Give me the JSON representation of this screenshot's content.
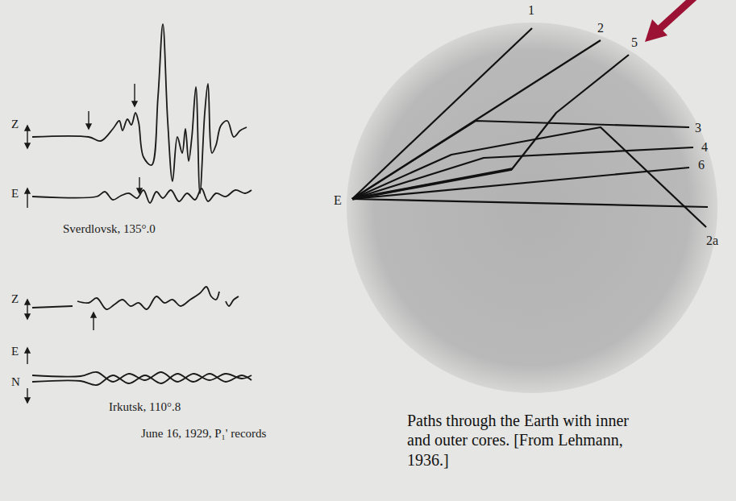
{
  "diagram": {
    "caption": "Paths through the Earth with inner and outer cores. [From Lehmann, 1936.]",
    "labels": [
      "Z",
      "E",
      "Sverdlovsk, 135°.0",
      "Z",
      "E",
      "N",
      "Irkutsk, 110°.8",
      "June 16, 1929, P₁' records",
      "1",
      "2",
      "5",
      "3",
      "4",
      "6",
      "2a",
      "E"
    ]
  }
}
